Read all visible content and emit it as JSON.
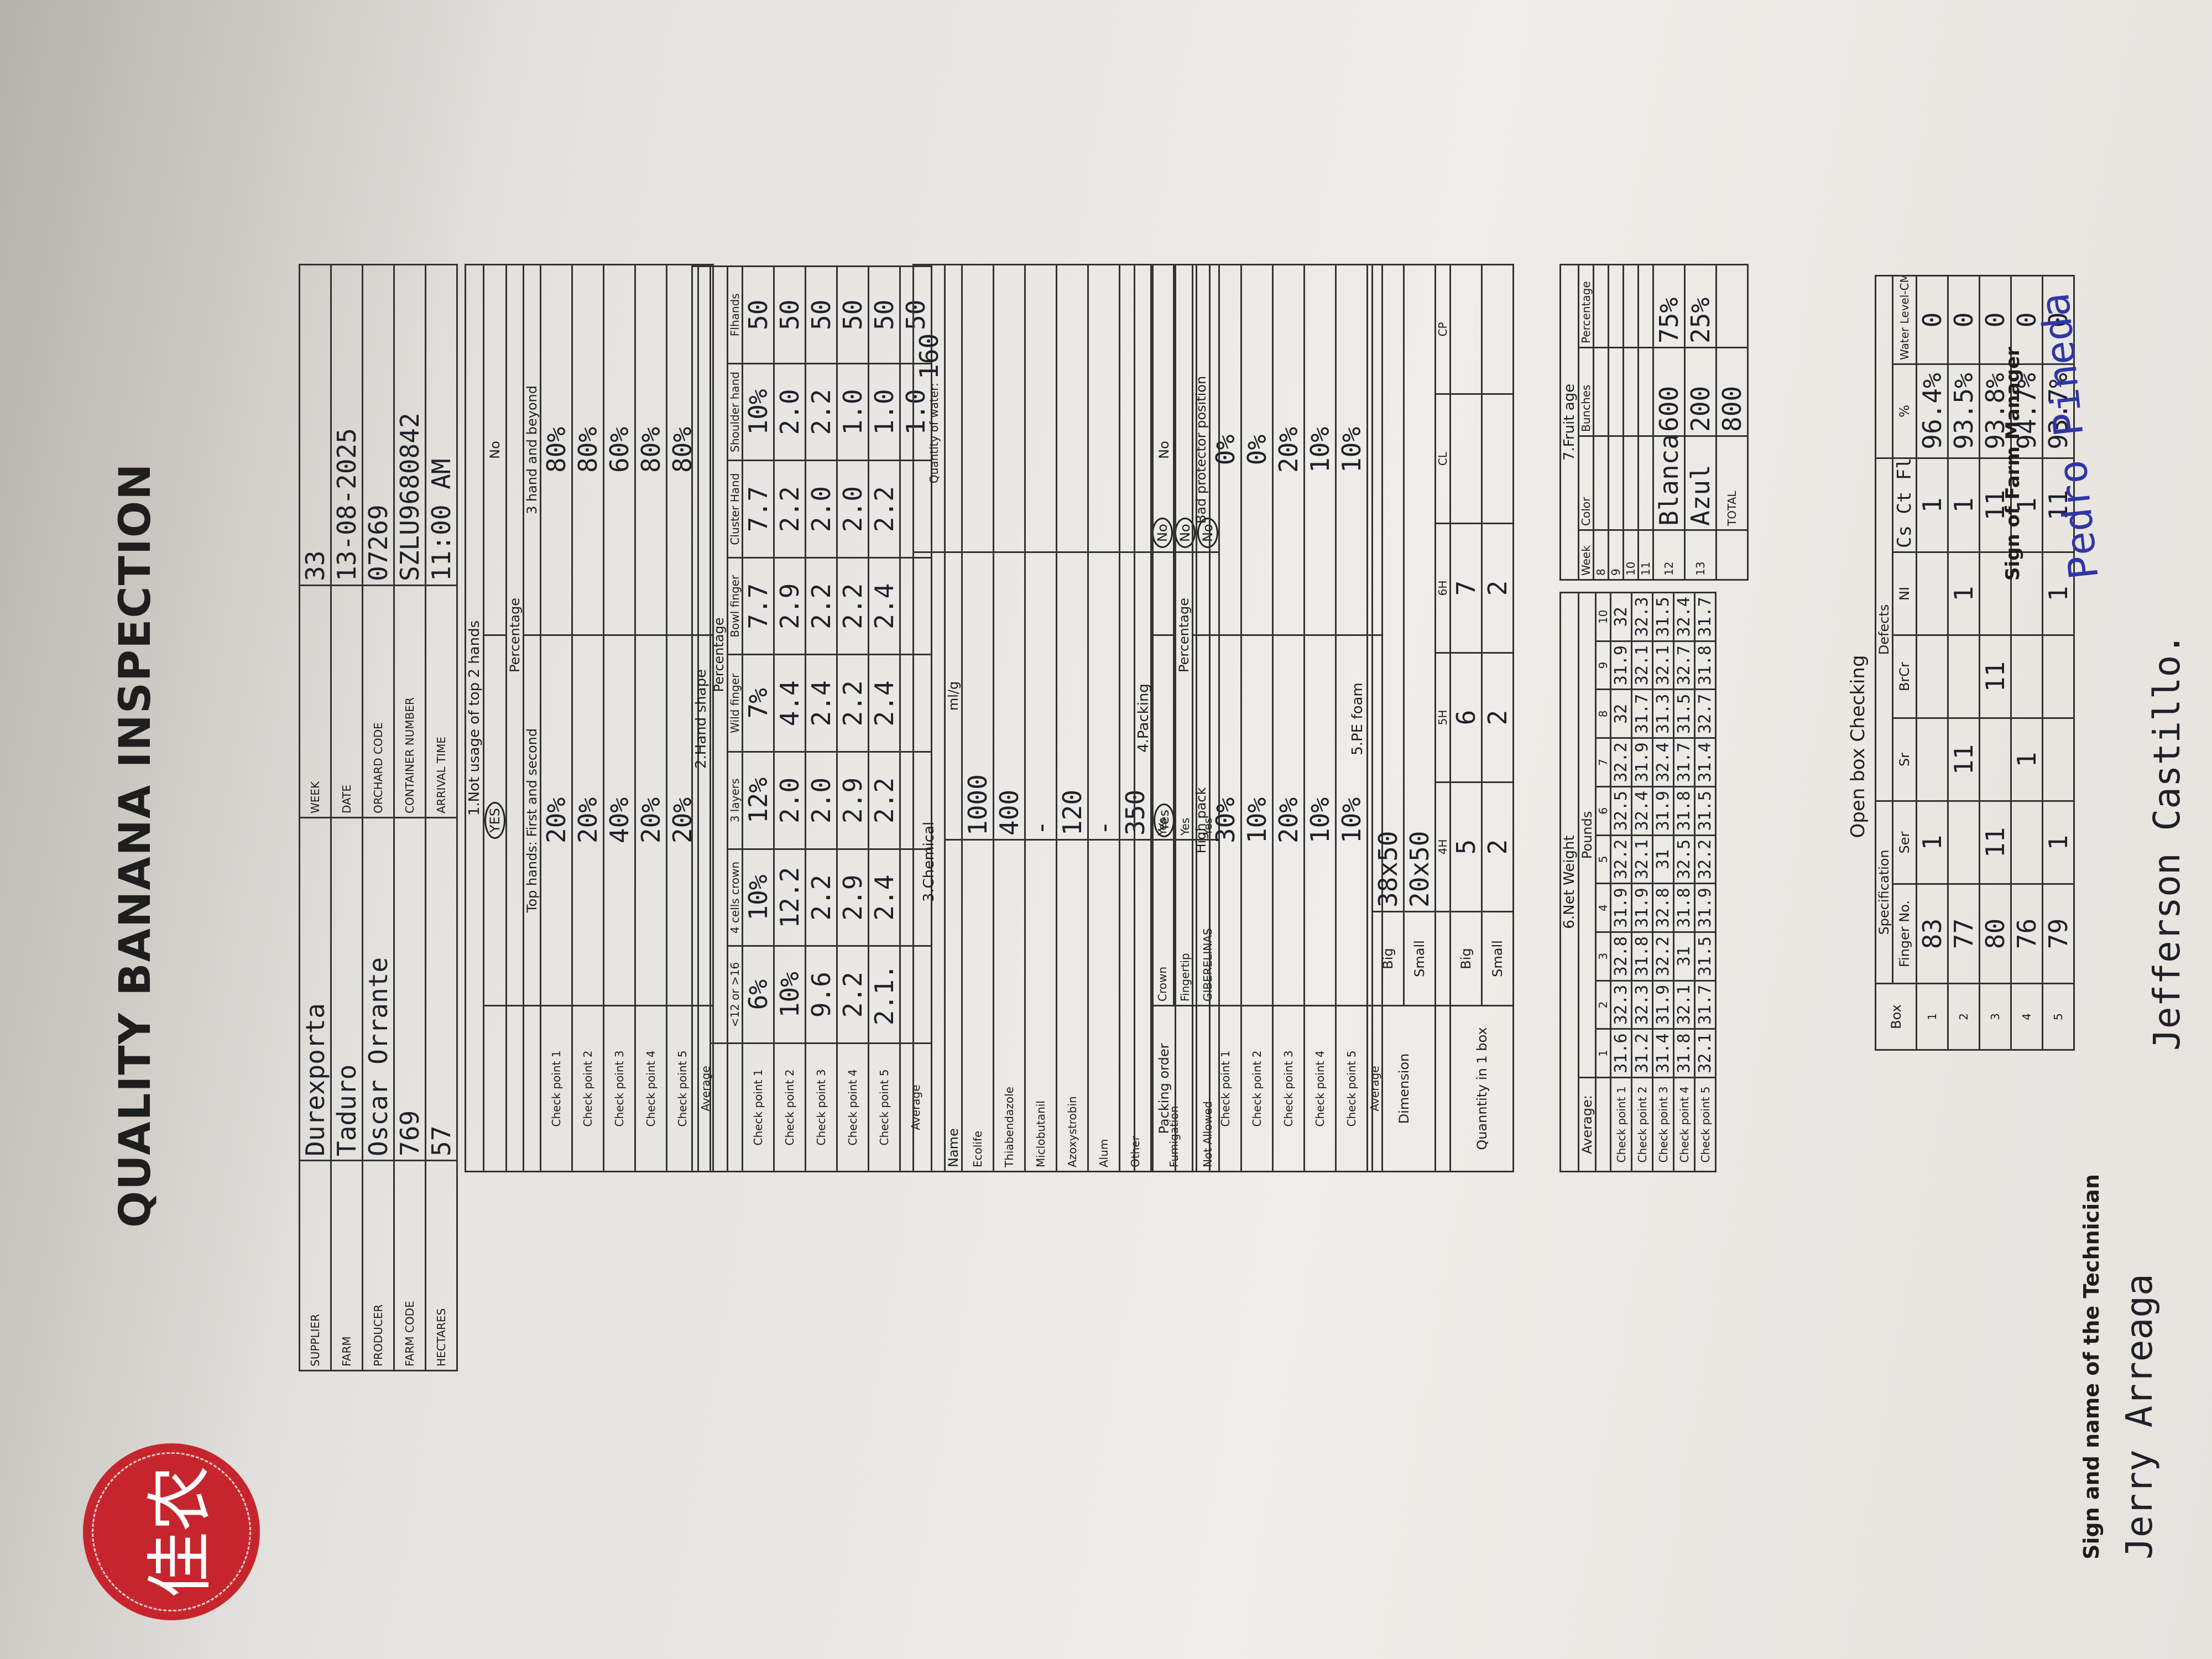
{
  "logo": {
    "text": "佳农"
  },
  "title": "QUALITY BANANA INSPECTION",
  "header": {
    "left": [
      {
        "label": "SUPPLIER",
        "value": "Durexporta"
      },
      {
        "label": "FARM",
        "value": "Taduro"
      },
      {
        "label": "PRODUCER",
        "value": "Oscar Orrante"
      },
      {
        "label": "FARM CODE",
        "value": "769"
      },
      {
        "label": "HECTARES",
        "value": "57"
      }
    ],
    "right": [
      {
        "label": "WEEK",
        "value": "33"
      },
      {
        "label": "DATE",
        "value": "13-08-2025"
      },
      {
        "label": "ORCHARD CODE",
        "value": "07269"
      },
      {
        "label": "CONTAINER NUMBER",
        "value": "SZLU9680842"
      },
      {
        "label": "ARRIVAL TIME",
        "value": "11:00 AM"
      }
    ]
  },
  "s1": {
    "title": "1.Not usage of top 2 hands",
    "yes": "YES",
    "no": "No",
    "percentage": "Percentage",
    "col1": "Top hands: First and second",
    "col2": "3 hand and beyond",
    "rows": [
      {
        "label": "Check point 1",
        "a": "20%",
        "b": "80%"
      },
      {
        "label": "Check point 2",
        "a": "20%",
        "b": "80%"
      },
      {
        "label": "Check point 3",
        "a": "40%",
        "b": "60%"
      },
      {
        "label": "Check point 4",
        "a": "20%",
        "b": "80%"
      },
      {
        "label": "Check point 5",
        "a": "20%",
        "b": "80%"
      },
      {
        "label": "Average",
        "a": "",
        "b": ""
      }
    ]
  },
  "s2": {
    "title": "2.Hand shape",
    "percentage": "Percentage",
    "cols": [
      "<12 or >16",
      "4 cells crown",
      "3 layers",
      "Wild finger",
      "Bowl finger",
      "Cluster Hand",
      "Shoulder hand",
      "Flhands"
    ],
    "rows": [
      {
        "label": "Check point 1",
        "v": [
          "6%",
          "10%",
          "12%",
          "7%",
          "7.7",
          "7.7",
          "10%",
          "50"
        ]
      },
      {
        "label": "Check point 2",
        "v": [
          "10%",
          "12.2",
          "2.0",
          "4.4",
          "2.9",
          "2.2",
          "2.0",
          "50"
        ]
      },
      {
        "label": "Check point 3",
        "v": [
          "9.6",
          "2.2",
          "2.0",
          "2.4",
          "2.2",
          "2.0",
          "2.2",
          "50"
        ]
      },
      {
        "label": "Check point 4",
        "v": [
          "2.2",
          "2.9",
          "2.9",
          "2.2",
          "2.2",
          "2.0",
          "1.0",
          "50"
        ]
      },
      {
        "label": "Check point 5",
        "v": [
          "2.1.",
          "2.4",
          "2.2",
          "2.4",
          "2.4",
          "2.2",
          "1.0",
          "50"
        ]
      },
      {
        "label": "Average",
        "v": [
          "",
          "",
          "",
          "",
          "",
          "",
          "1.0",
          "50"
        ]
      }
    ]
  },
  "s3": {
    "title": "3.Chemical",
    "water_label": "Quantity of water:",
    "water": "160",
    "name_col": "Name",
    "dose_col": "ml/g",
    "rows": [
      {
        "name": "Ecolife",
        "dose": "1000"
      },
      {
        "name": "Thiabendazole",
        "dose": "400"
      },
      {
        "name": "Miclobutanil",
        "dose": "-"
      },
      {
        "name": "Azoxystrobin",
        "dose": "120"
      },
      {
        "name": "Alum",
        "dose": "-"
      },
      {
        "name": "Other",
        "dose": "350"
      }
    ],
    "fum_label": "Fumigation",
    "fum": [
      {
        "name": "Crown",
        "yes": "Yes",
        "no": "No"
      },
      {
        "name": "Fingertip",
        "yes": "Yes",
        "no": "No"
      }
    ],
    "na_label": "Not Allowed",
    "na_name": "GIBERELINAS",
    "na_yes": "Yes",
    "na_no": "No"
  },
  "s4": {
    "title": "4.Packing",
    "packing_order": "Packing order",
    "yes": "Yes",
    "no": "No",
    "percentage": "Percentage",
    "high": "High pack",
    "bad": "Bad protector position",
    "rows": [
      {
        "label": "Check point 1",
        "a": "30%",
        "b": "0%"
      },
      {
        "label": "Check point 2",
        "a": "10%",
        "b": "0%"
      },
      {
        "label": "Check point 3",
        "a": "20%",
        "b": "20%"
      },
      {
        "label": "Check point 4",
        "a": "10%",
        "b": "10%"
      },
      {
        "label": "Check point 5",
        "a": "10%",
        "b": "10%"
      },
      {
        "label": "Average",
        "a": "",
        "b": ""
      }
    ]
  },
  "s5": {
    "title": "5.PE foam",
    "dim_label": "Dimension",
    "qty_label": "Quanntity in 1 box",
    "big": "Big",
    "small": "Small",
    "big_val": "38x50",
    "small_val": "20x50",
    "cols": [
      "4H",
      "5H",
      "6H",
      "CL",
      "CP"
    ],
    "big_row": [
      "5",
      "6",
      "7",
      "",
      ""
    ],
    "small_row": [
      "2",
      "2",
      "2",
      "",
      ""
    ]
  },
  "s6": {
    "title": "6.Net Weight",
    "average": "Average:",
    "pounds": "Pounds",
    "cols": [
      "1",
      "2",
      "3",
      "4",
      "5",
      "6",
      "7",
      "8",
      "9",
      "10"
    ],
    "rows": [
      {
        "label": "Check point 1",
        "v": [
          "31.6",
          "32.3",
          "32.8",
          "31.9",
          "32.2",
          "32.5",
          "32.2",
          "32",
          "31.9",
          "32"
        ]
      },
      {
        "label": "Check point 2",
        "v": [
          "31.2",
          "32.3",
          "31.8",
          "31.9",
          "32.1",
          "32.4",
          "31.9",
          "31.7",
          "32.1",
          "32.3"
        ]
      },
      {
        "label": "Check point 3",
        "v": [
          "31.4",
          "31.9",
          "32.2",
          "32.8",
          "31",
          "31.9",
          "32.4",
          "31.3",
          "32.1",
          "31.5"
        ]
      },
      {
        "label": "Check point 4",
        "v": [
          "31.8",
          "32.1",
          "31",
          "31.8",
          "32.5",
          "31.8",
          "31.7",
          "31.5",
          "32.7",
          "32.4"
        ]
      },
      {
        "label": "Check point 5",
        "v": [
          "32.1",
          "31.7",
          "31.5",
          "31.9",
          "32.2",
          "31.5",
          "31.4",
          "32.7",
          "31.8",
          "31.7"
        ]
      }
    ]
  },
  "s7": {
    "title": "7.Fruit age",
    "cols": [
      "Week",
      "Color",
      "Bunches",
      "Percentage"
    ],
    "rows": [
      {
        "w": "8",
        "c": "",
        "b": "",
        "p": ""
      },
      {
        "w": "9",
        "c": "",
        "b": "",
        "p": ""
      },
      {
        "w": "10",
        "c": "",
        "b": "",
        "p": ""
      },
      {
        "w": "11",
        "c": "",
        "b": "",
        "p": ""
      },
      {
        "w": "12",
        "c": "Blanca",
        "b": "600",
        "p": "75%"
      },
      {
        "w": "13",
        "c": "Azul",
        "b": "200",
        "p": "25%"
      }
    ],
    "total_label": "TOTAL",
    "total": "800"
  },
  "s8": {
    "title": "Open box Checking",
    "box": "Box",
    "spec": "Specification",
    "defects": "Defects",
    "finger": "Finger No.",
    "ser": "Ser",
    "sr": "Sr",
    "brcr": "BrCr",
    "ni": "NI",
    "extra": "Cs Ct Fl",
    "pct": "%",
    "water": "Water Level-CM",
    "rows": [
      {
        "box": "1",
        "f": "83",
        "ser": "1",
        "sr": "",
        "brcr": "",
        "ni": "",
        "ex": "1",
        "pct": "96.4%",
        "wl": "0"
      },
      {
        "box": "2",
        "f": "77",
        "ser": "",
        "sr": "11",
        "brcr": "",
        "ni": "1",
        "ex": "1",
        "pct": "93.5%",
        "wl": "0"
      },
      {
        "box": "3",
        "f": "80",
        "ser": "11",
        "sr": "",
        "brcr": "11",
        "ni": "",
        "ex": "11",
        "pct": "93.8%",
        "wl": "0"
      },
      {
        "box": "4",
        "f": "76",
        "ser": "",
        "sr": "1",
        "brcr": "",
        "ni": "",
        "ex": "1",
        "pct": "94.7%",
        "wl": "0"
      },
      {
        "box": "5",
        "f": "79",
        "ser": "1",
        "sr": "",
        "brcr": "",
        "ni": "1",
        "ex": "11",
        "pct": "93.7%",
        "wl": "0"
      }
    ]
  },
  "sign": {
    "tech_label": "Sign and name of the Technician",
    "tech1": "Jerry Arreaga",
    "tech2": "Jefferson Castillo.",
    "mgr_label": "Sign of Farm Manager",
    "mgr": "Pedro Pineda"
  }
}
